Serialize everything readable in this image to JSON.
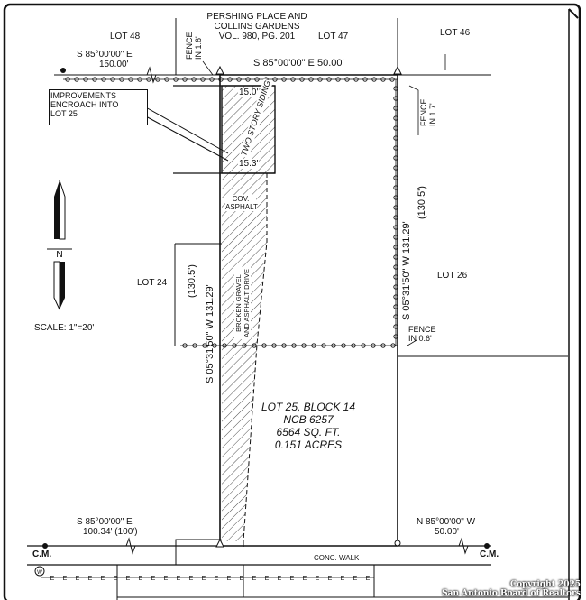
{
  "header": {
    "subdivision_line1": "PERSHING PLACE AND",
    "subdivision_line2": "COLLINS GARDENS",
    "subdivision_line3": "VOL. 980, PG. 201"
  },
  "lots": {
    "lot48": "LOT 48",
    "lot47": "LOT 47",
    "lot46": "LOT 46",
    "lot24": "LOT 24",
    "lot26": "LOT 26"
  },
  "subject_lot": {
    "line1": "LOT 25, BLOCK 14",
    "line2": "NCB 6257",
    "line3": "6564 SQ. FT.",
    "line4": "0.151 ACRES"
  },
  "bearings": {
    "north_line": "S 85°00'00\"  E   50.00'",
    "nw_bearing": "S 85°00'00\" E",
    "nw_distance": "150.00'",
    "west_side": "S 05°31'50\"  W   131.29'",
    "west_side_record": "(130.5')",
    "east_side": "S 05°31'50\"  W   131.29'",
    "east_side_record": "(130.5')",
    "sw_bearing": "S 85°00'00\" E",
    "sw_distance": "100.34' (100')",
    "se_bearing": "N 85°00'00\" W",
    "se_distance": "50.00'"
  },
  "fences": {
    "fence_nw": "FENCE",
    "fence_nw_in": "IN 1.6'",
    "fence_ne": "FENCE",
    "fence_ne_in": "IN 1.7'",
    "fence_e": "FENCE",
    "fence_e_in": "IN 0.6'"
  },
  "improvements": {
    "callout_line1": "IMPROVEMENTS",
    "callout_line2": "ENCROACH INTO",
    "callout_line3": "LOT 25",
    "building_top_dim": "15.0'",
    "building_bottom_dim": "15.3'",
    "building_label": "TWO STORY SIDING",
    "carport_label_1": "COV.",
    "carport_label_2": "ASPHALT",
    "drive_label": "BROKEN GRAVEL AND ASPHALT DRIVE"
  },
  "monuments": {
    "cm_left": "C.M.",
    "cm_right": "C.M.",
    "walk": "CONC. WALK"
  },
  "scale": "SCALE:  1\"=20'",
  "copyright": {
    "line1": "Copyright 2025",
    "line2": "San Antonio Board of Realtors"
  },
  "colors": {
    "ink": "#111111",
    "paper": "#ffffff"
  },
  "icons": [
    "north-arrow-icon",
    "water-meter-icon"
  ]
}
